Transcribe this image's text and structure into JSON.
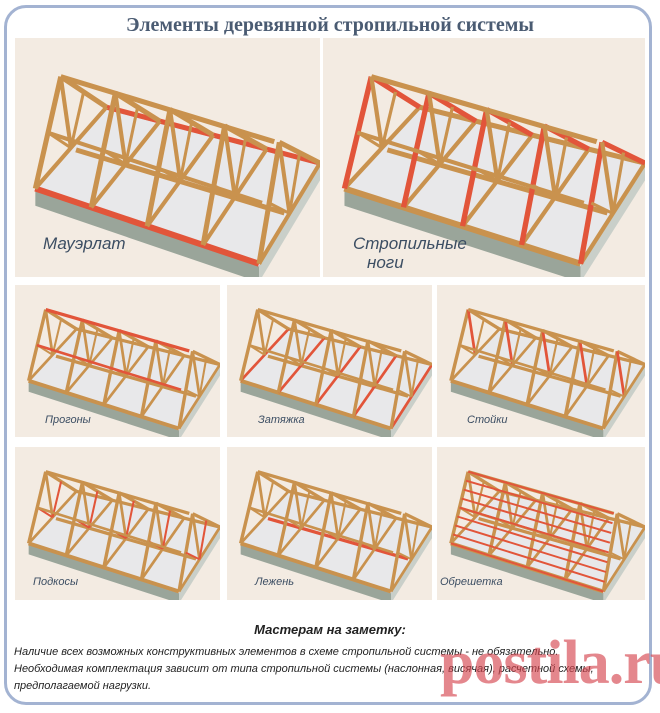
{
  "title": "Элементы деревянной стропильной системы",
  "colors": {
    "wood": "#c9924e",
    "highlight": "#e2553a",
    "panel_bg": "#f3ebe2",
    "frame": "#a3b3d2"
  },
  "panels": [
    {
      "label": "Мауэрлат",
      "highlight": "mauerlat"
    },
    {
      "label": "Стропильные ноги",
      "label_line1": "Стропильные",
      "label_line2": "ноги",
      "highlight": "rafters"
    },
    {
      "label": "Прогоны",
      "highlight": "purlins"
    },
    {
      "label": "Затяжка",
      "highlight": "ties"
    },
    {
      "label": "Стойки",
      "highlight": "posts"
    },
    {
      "label": "Подкосы",
      "highlight": "struts"
    },
    {
      "label": "Лежень",
      "highlight": "sill"
    },
    {
      "label": "Обрешетка",
      "highlight": "battens"
    }
  ],
  "note": {
    "heading": "Мастерам на заметку:",
    "line1": "Наличие всех возможных конструктивных элементов в схеме стропильной системы - не обязательно.",
    "line2": "Необходимая комплектация зависит от типа стропильной системы (наслонная, висячая), расчетной схемы, предполагаемой нагрузки."
  },
  "watermark": "postila.ru"
}
